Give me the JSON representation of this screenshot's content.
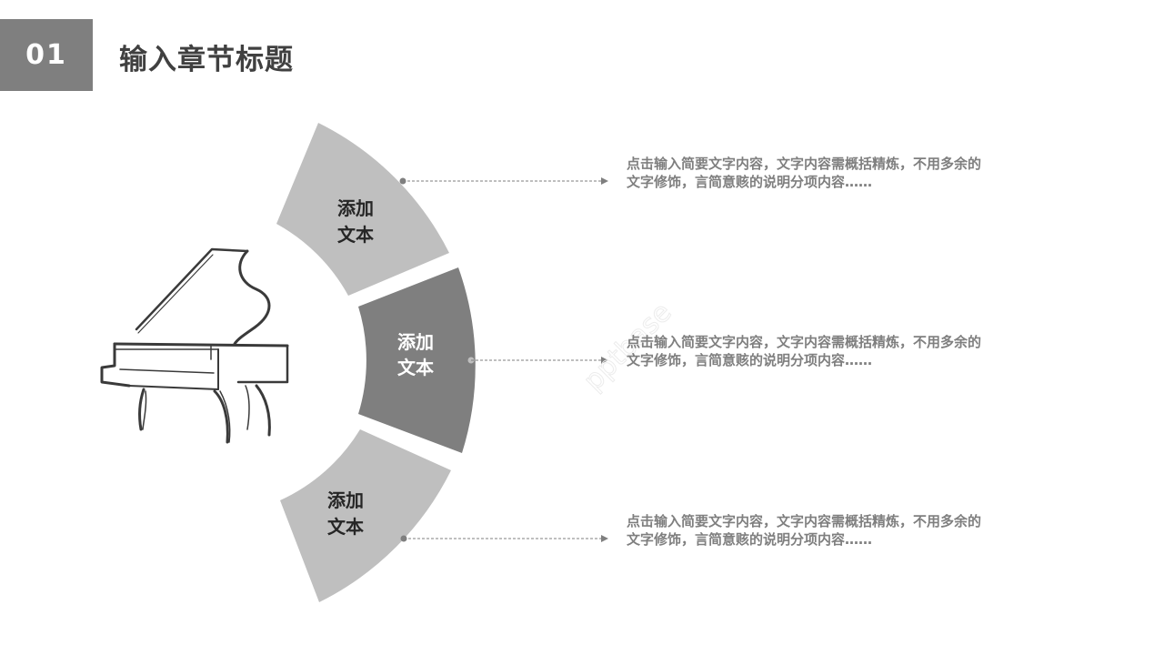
{
  "header": {
    "number": "01",
    "title": "输入章节标题"
  },
  "segments": [
    {
      "line1": "添加",
      "line2": "文本"
    },
    {
      "line1": "添加",
      "line2": "文本"
    },
    {
      "line1": "添加",
      "line2": "文本"
    }
  ],
  "descriptions": [
    {
      "line1": "点击输入简要文字内容，文字内容需概括精炼，不用多余的",
      "line2": "文字修饰，言简意赅的说明分项内容……"
    },
    {
      "line1": "点击输入简要文字内容，文字内容需概括精炼，不用多余的",
      "line2": "文字修饰，言简意赅的说明分项内容……"
    },
    {
      "line1": "点击输入简要文字内容，文字内容需概括精炼，不用多余的",
      "line2": "文字修饰，言简意赅的说明分项内容……"
    }
  ],
  "colors": {
    "light_segment": "#bfbfbf",
    "dark_segment": "#7f7f7f",
    "text_gray": "#7f7f7f",
    "title_dark": "#404040"
  },
  "icons": {
    "illustration": "grand-piano-icon"
  }
}
